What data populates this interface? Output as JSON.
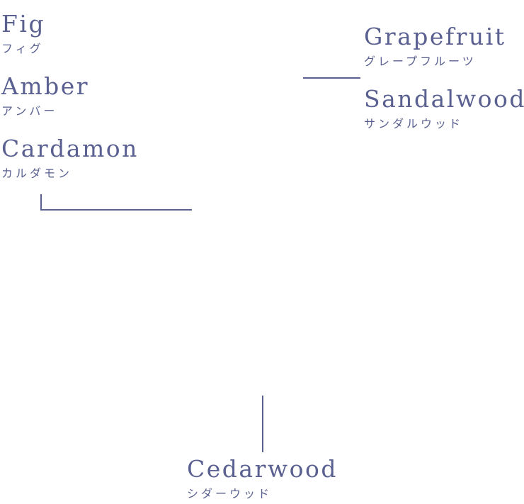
{
  "notes": {
    "fig": {
      "en": "Fig",
      "ja": "フィグ"
    },
    "amber": {
      "en": "Amber",
      "ja": "アンバー"
    },
    "cardamon": {
      "en": "Cardamon",
      "ja": "カルダモン"
    },
    "grapefruit": {
      "en": "Grapefruit",
      "ja": "グレープフルーツ"
    },
    "sandalwood": {
      "en": "Sandalwood",
      "ja": "サンダルウッド"
    },
    "cedarwood": {
      "en": "Cedarwood",
      "ja": "シダーウッド"
    }
  },
  "colors": {
    "text": "#5a6190",
    "line": "#5a6190",
    "background": "#ffffff"
  }
}
